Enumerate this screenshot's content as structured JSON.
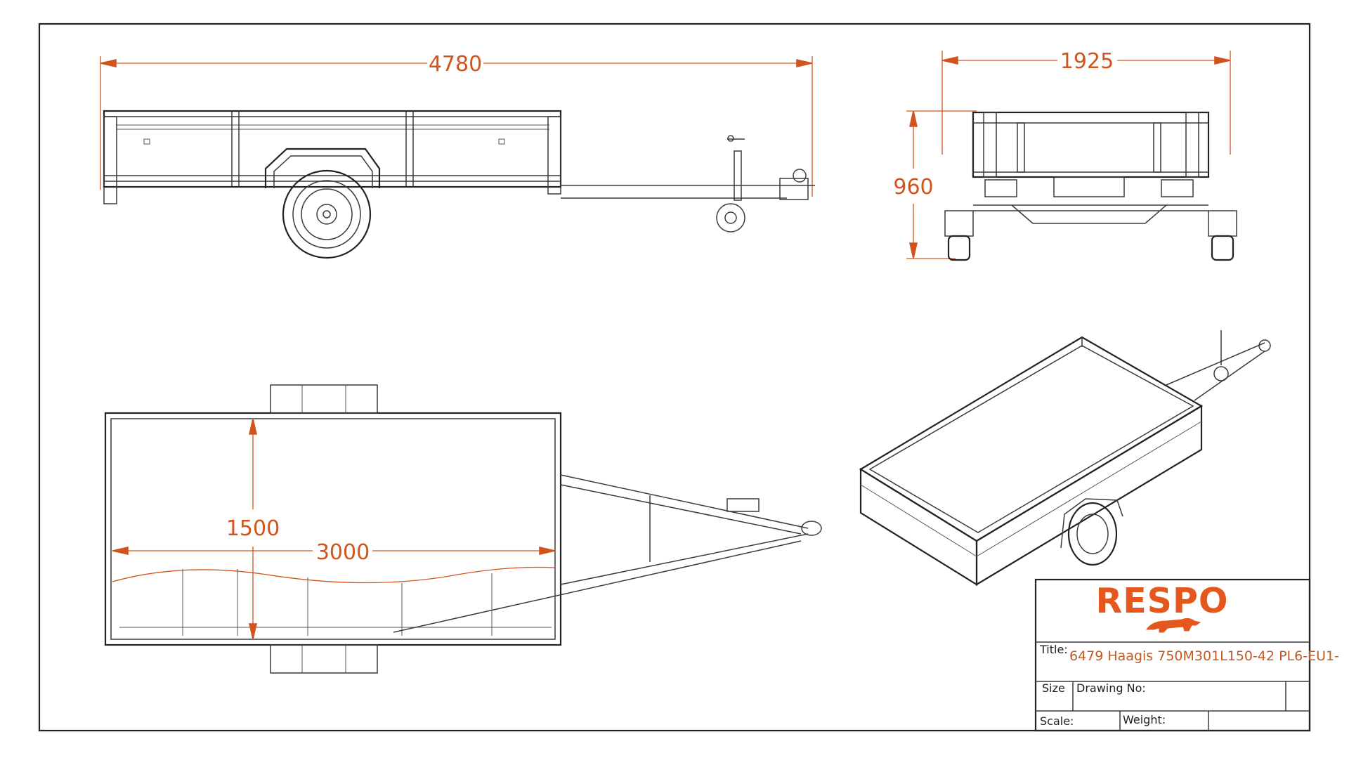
{
  "dimensions": {
    "overall_length": "4780",
    "overall_width": "1925",
    "height": "960",
    "bed_width": "1500",
    "bed_length": "3000"
  },
  "title_block": {
    "logo_text": "RESPO",
    "title_label": "Title:",
    "title_value": "6479 Haagis 750M301L150-42 PL6-EU1-",
    "size_label": "Size",
    "drawing_no_label": "Drawing No:",
    "scale_label": "Scale:",
    "weight_label": "Weight:"
  },
  "colors": {
    "dimension": "#d2541d",
    "logo": "#e4571d",
    "line": "#3a3a3a"
  }
}
